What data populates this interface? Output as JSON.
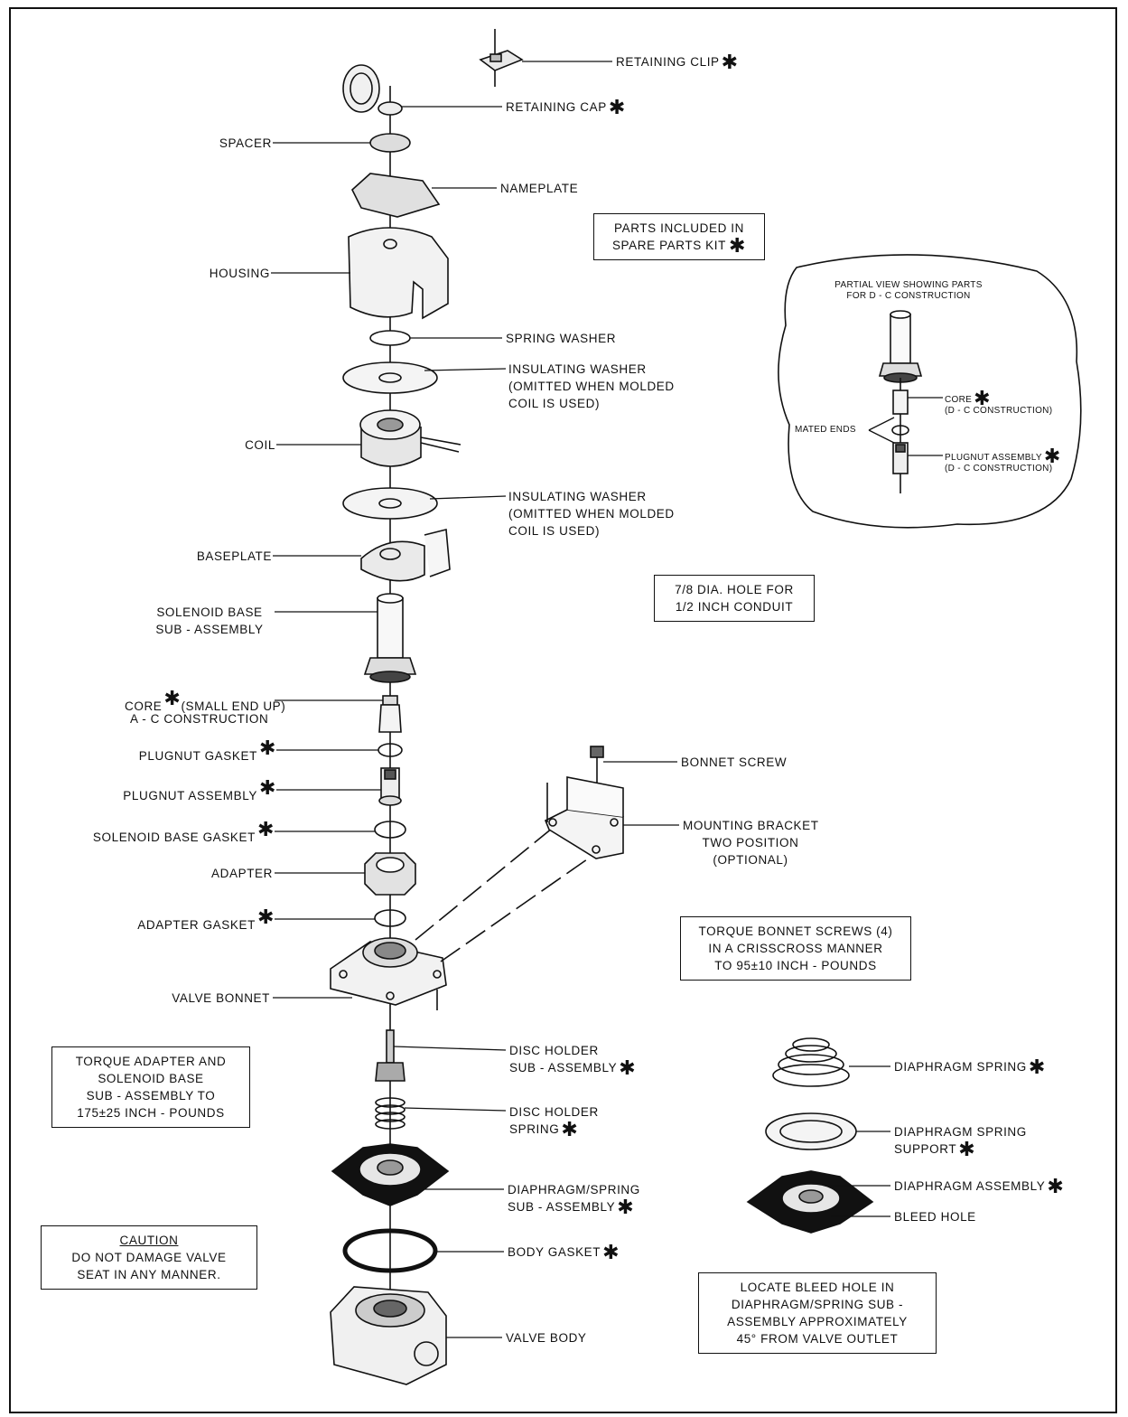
{
  "asterisk": "✱",
  "labels": {
    "retaining_clip": "RETAINING CLIP",
    "retaining_cap": "RETAINING CAP",
    "spacer": "SPACER",
    "nameplate": "NAMEPLATE",
    "housing": "HOUSING",
    "spring_washer": "SPRING WASHER",
    "insulating_washer_1": "INSULATING WASHER\n(OMITTED WHEN MOLDED\nCOIL IS USED)",
    "coil": "COIL",
    "insulating_washer_2": "INSULATING WASHER\n(OMITTED WHEN MOLDED\nCOIL IS USED)",
    "baseplate": "BASEPLATE",
    "solenoid_base_sub": "SOLENOID BASE\nSUB - ASSEMBLY",
    "core_ac_1": "CORE",
    "core_ac_2": "(SMALL END UP)",
    "core_ac_3": "A - C CONSTRUCTION",
    "plugnut_gasket": "PLUGNUT GASKET",
    "plugnut_assembly": "PLUGNUT ASSEMBLY",
    "solenoid_base_gasket": "SOLENOID BASE GASKET",
    "adapter": "ADAPTER",
    "adapter_gasket": "ADAPTER GASKET",
    "valve_bonnet": "VALVE BONNET",
    "bonnet_screw": "BONNET SCREW",
    "mounting_bracket": "MOUNTING BRACKET\nTWO POSITION\n(OPTIONAL)",
    "disc_holder_sub_1": "DISC HOLDER",
    "disc_holder_sub_2": "SUB - ASSEMBLY",
    "disc_holder_spring_1": "DISC HOLDER",
    "disc_holder_spring_2": "SPRING",
    "diaphragm_spring_sub_1": "DIAPHRAGM/SPRING",
    "diaphragm_spring_sub_2": "SUB - ASSEMBLY",
    "body_gasket": "BODY GASKET",
    "valve_body": "VALVE BODY",
    "diaphragm_spring": "DIAPHRAGM SPRING",
    "diaphragm_spring_support_1": "DIAPHRAGM SPRING",
    "diaphragm_spring_support_2": "SUPPORT",
    "diaphragm_assembly": "DIAPHRAGM ASSEMBLY",
    "bleed_hole": "BLEED HOLE"
  },
  "partial_view": {
    "title": "PARTIAL VIEW SHOWING PARTS\nFOR D - C CONSTRUCTION",
    "core": "CORE",
    "core_sub": "(D - C CONSTRUCTION)",
    "mated_ends": "MATED ENDS",
    "plugnut": "PLUGNUT ASSEMBLY",
    "plugnut_sub": "(D - C CONSTRUCTION)"
  },
  "notes": {
    "spare_parts_kit": "PARTS INCLUDED IN\nSPARE PARTS KIT",
    "conduit_hole": "7/8 DIA. HOLE FOR\n1/2 INCH CONDUIT",
    "torque_bonnet": "TORQUE BONNET SCREWS (4)\nIN A CRISSCROSS MANNER\nTO 95±10 INCH - POUNDS",
    "torque_adapter": "TORQUE ADAPTER AND\nSOLENOID BASE\nSUB - ASSEMBLY TO\n175±25 INCH - POUNDS",
    "caution_title": "CAUTION",
    "caution_text": "DO NOT DAMAGE VALVE\nSEAT IN ANY MANNER.",
    "bleed_hole_note": "LOCATE BLEED HOLE IN\nDIAPHRAGM/SPRING SUB -\nASSEMBLY APPROXIMATELY\n45° FROM VALVE OUTLET"
  }
}
